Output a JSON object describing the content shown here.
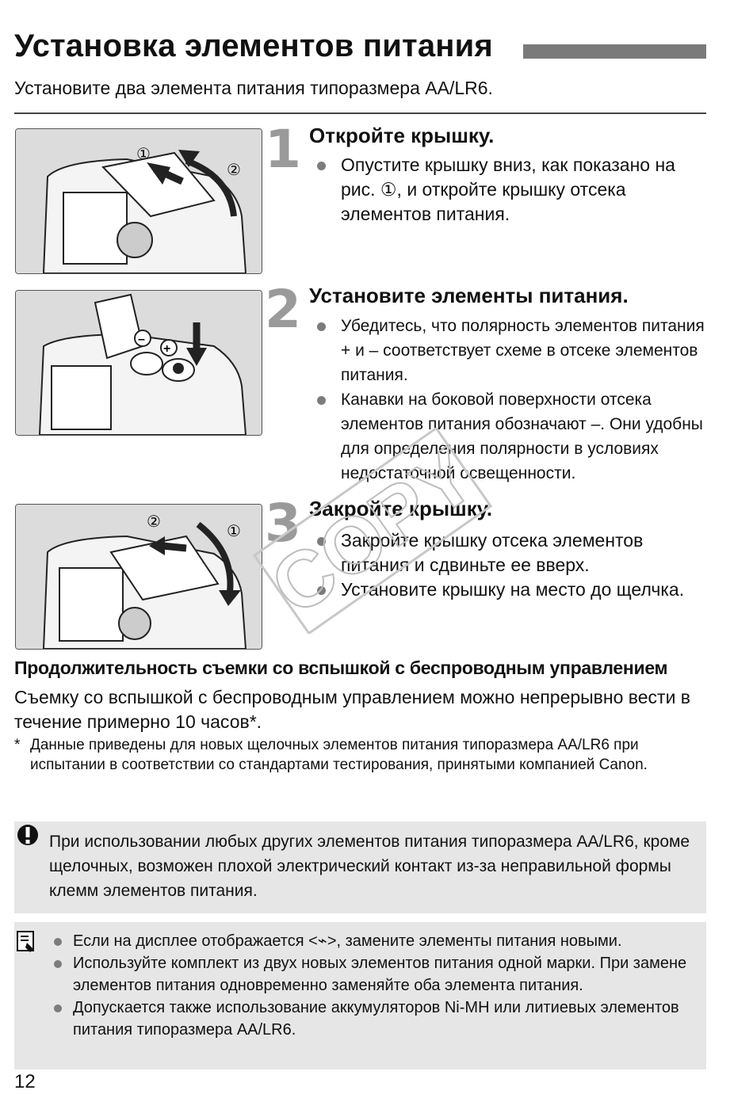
{
  "header": {
    "title": "Установка элементов питания",
    "intro": "Установите два элемента питания типоразмера AA/LR6."
  },
  "steps": [
    {
      "number": "1",
      "title": "Откройте крышку.",
      "bullets": [
        "Опустите крышку вниз, как показано на рис. ①, и откройте крышку отсека элементов питания."
      ]
    },
    {
      "number": "2",
      "title": "Установите элементы питания.",
      "bullets": [
        "Убедитесь, что полярность элементов питания + и – соответствует схеме в отсеке элементов питания.",
        "Канавки на боковой поверхности отсека элементов питания обозначают –. Они удобны для определения полярности в условиях недостаточной освещенности."
      ]
    },
    {
      "number": "3",
      "title": "Закройте крышку.",
      "bullets": [
        "Закройте крышку отсека элементов питания и сдвиньте ее вверх.",
        "Установите крышку на место до щелчка."
      ]
    }
  ],
  "illustrations": {
    "callout_1": "①",
    "callout_2": "②",
    "minus": "–",
    "plus": "+"
  },
  "wireless": {
    "heading": "Продолжительность съемки со вспышкой с беспроводным управлением",
    "text": "Съемку со вспышкой с беспроводным управлением можно непрерывно вести в течение примерно 10 часов*.",
    "footnote_marker": "*",
    "footnote": "Данные приведены для новых щелочных элементов питания типоразмера AA/LR6 при испытании в соответствии со стандартами тестирования, принятыми компанией Canon."
  },
  "caution": {
    "icon": "caution-icon",
    "text": "При использовании любых других элементов питания типоразмера AA/LR6, кроме щелочных, возможен плохой электрический контакт из-за неправильной формы клемм элементов питания."
  },
  "notes": {
    "icon": "note-icon",
    "items": [
      "Если на дисплее отображается <⌁>, замените элементы питания новыми.",
      "Используйте комплект из двух новых элементов питания одной марки. При замене элементов питания одновременно заменяйте оба элемента питания.",
      "Допускается также использование аккумуляторов Ni-MH или литиевых элементов питания типоразмера AA/LR6."
    ]
  },
  "watermark": "COPY",
  "page_number": "12"
}
